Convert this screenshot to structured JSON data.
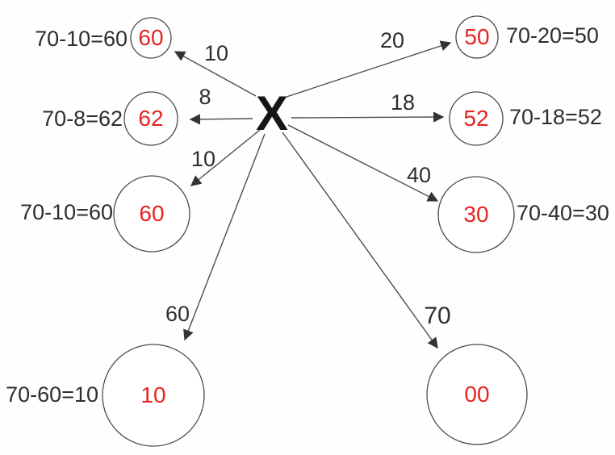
{
  "center": {
    "label": "X"
  },
  "nodes": [
    {
      "position": "top-left",
      "value": "60",
      "equation": "70-10=60",
      "edge_label": "10"
    },
    {
      "position": "top-right",
      "value": "50",
      "equation": "70-20=50",
      "edge_label": "20"
    },
    {
      "position": "middle-left",
      "value": "62",
      "equation": "70-8=62",
      "edge_label": "8"
    },
    {
      "position": "middle-right",
      "value": "52",
      "equation": "70-18=52",
      "edge_label": "18"
    },
    {
      "position": "lower-left",
      "value": "60",
      "equation": "70-10=60",
      "edge_label": "10"
    },
    {
      "position": "lower-right",
      "value": "30",
      "equation": "70-40=30",
      "edge_label": "40"
    },
    {
      "position": "bottom-left",
      "value": "10",
      "equation": "70-60=10",
      "edge_label": "60"
    },
    {
      "position": "bottom-right",
      "value": "00",
      "edge_label": "70"
    }
  ],
  "colors": {
    "value_red": "#e62420",
    "text": "#2e2e2e",
    "line": "#4d4d4d",
    "background": "#ffffff"
  }
}
